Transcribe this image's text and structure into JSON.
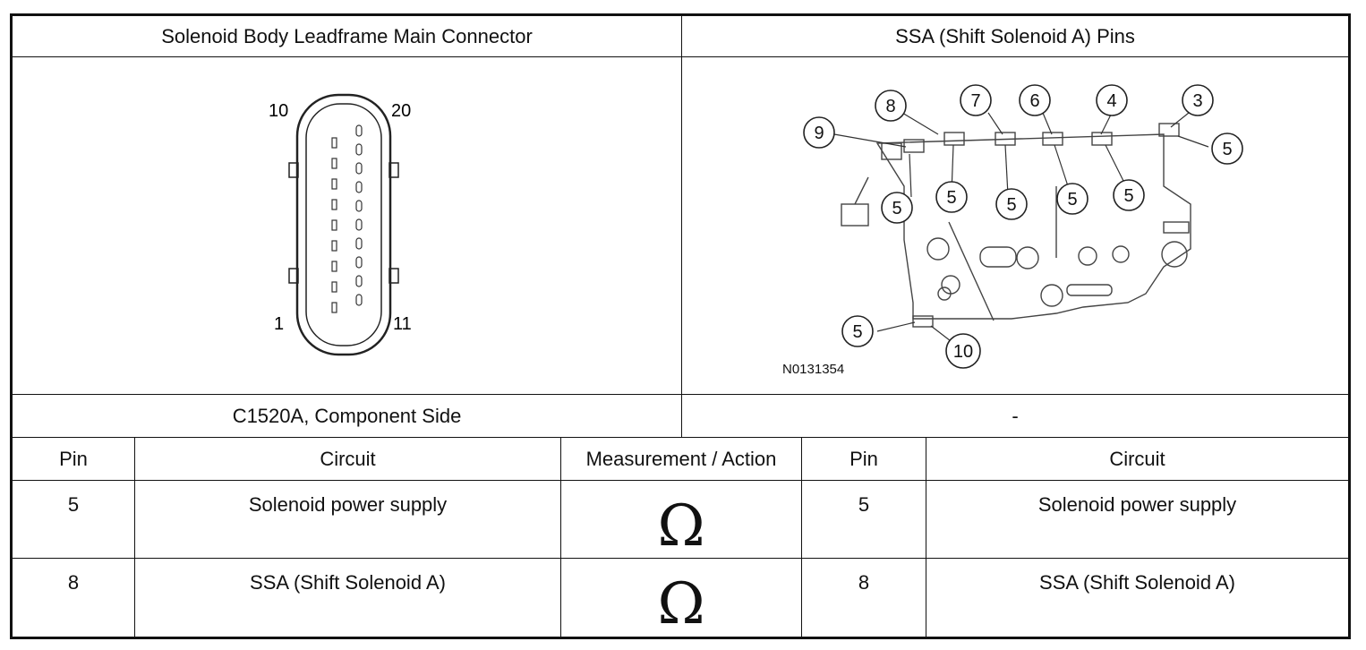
{
  "header": {
    "left_title": "Solenoid Body Leadframe Main Connector",
    "right_title": "SSA (Shift Solenoid A) Pins"
  },
  "connector": {
    "pin_labels": {
      "top_left": "10",
      "top_right": "20",
      "bottom_left": "1",
      "bottom_right": "11"
    }
  },
  "solenoid_diagram": {
    "callouts": [
      "8",
      "7",
      "6",
      "4",
      "3",
      "9",
      "5",
      "5",
      "5",
      "5",
      "5",
      "5",
      "5",
      "10"
    ],
    "figure_id": "N0131354"
  },
  "subheader": {
    "left": "C1520A, Component Side",
    "right": "-"
  },
  "table": {
    "columns": [
      "Pin",
      "Circuit",
      "Measurement / Action",
      "Pin",
      "Circuit"
    ],
    "rows": [
      {
        "pin_a": "5",
        "circuit_a": "Solenoid power supply",
        "action": "Ω",
        "action_icon": "ohm-icon",
        "pin_b": "5",
        "circuit_b": "Solenoid power supply"
      },
      {
        "pin_a": "8",
        "circuit_a": "SSA (Shift Solenoid A)",
        "action": "Ω",
        "action_icon": "ohm-icon",
        "pin_b": "8",
        "circuit_b": "SSA (Shift Solenoid A)"
      }
    ]
  }
}
